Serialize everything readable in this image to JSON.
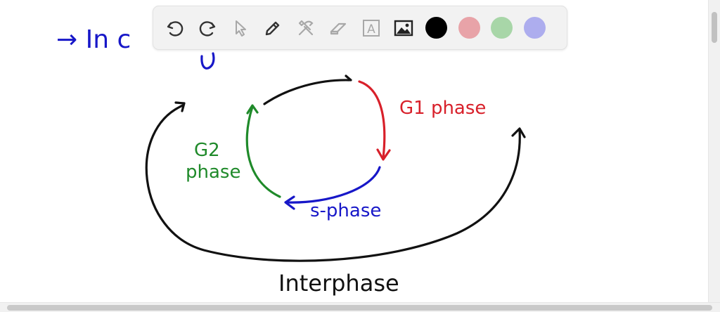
{
  "canvas": {
    "heading": "→ In c",
    "labels": {
      "g1": "G1 phase",
      "g2_line1": "G2",
      "g2_line2": "phase",
      "s": "s-phase",
      "interphase": "Interphase"
    }
  },
  "toolbar": {
    "tools": [
      {
        "name": "undo-icon"
      },
      {
        "name": "redo-icon"
      },
      {
        "name": "select-pointer-icon"
      },
      {
        "name": "pen-icon"
      },
      {
        "name": "tools-icon"
      },
      {
        "name": "eraser-icon"
      },
      {
        "name": "text-icon",
        "glyph": "A"
      },
      {
        "name": "image-icon"
      }
    ],
    "colors": {
      "black": "#000000",
      "red": "#e8a3a8",
      "green": "#a8d6a8",
      "blue": "#adadee"
    }
  },
  "ink_colors": {
    "black": "#111111",
    "red": "#d8202a",
    "green": "#1f8a2a",
    "blue": "#1717c8"
  }
}
